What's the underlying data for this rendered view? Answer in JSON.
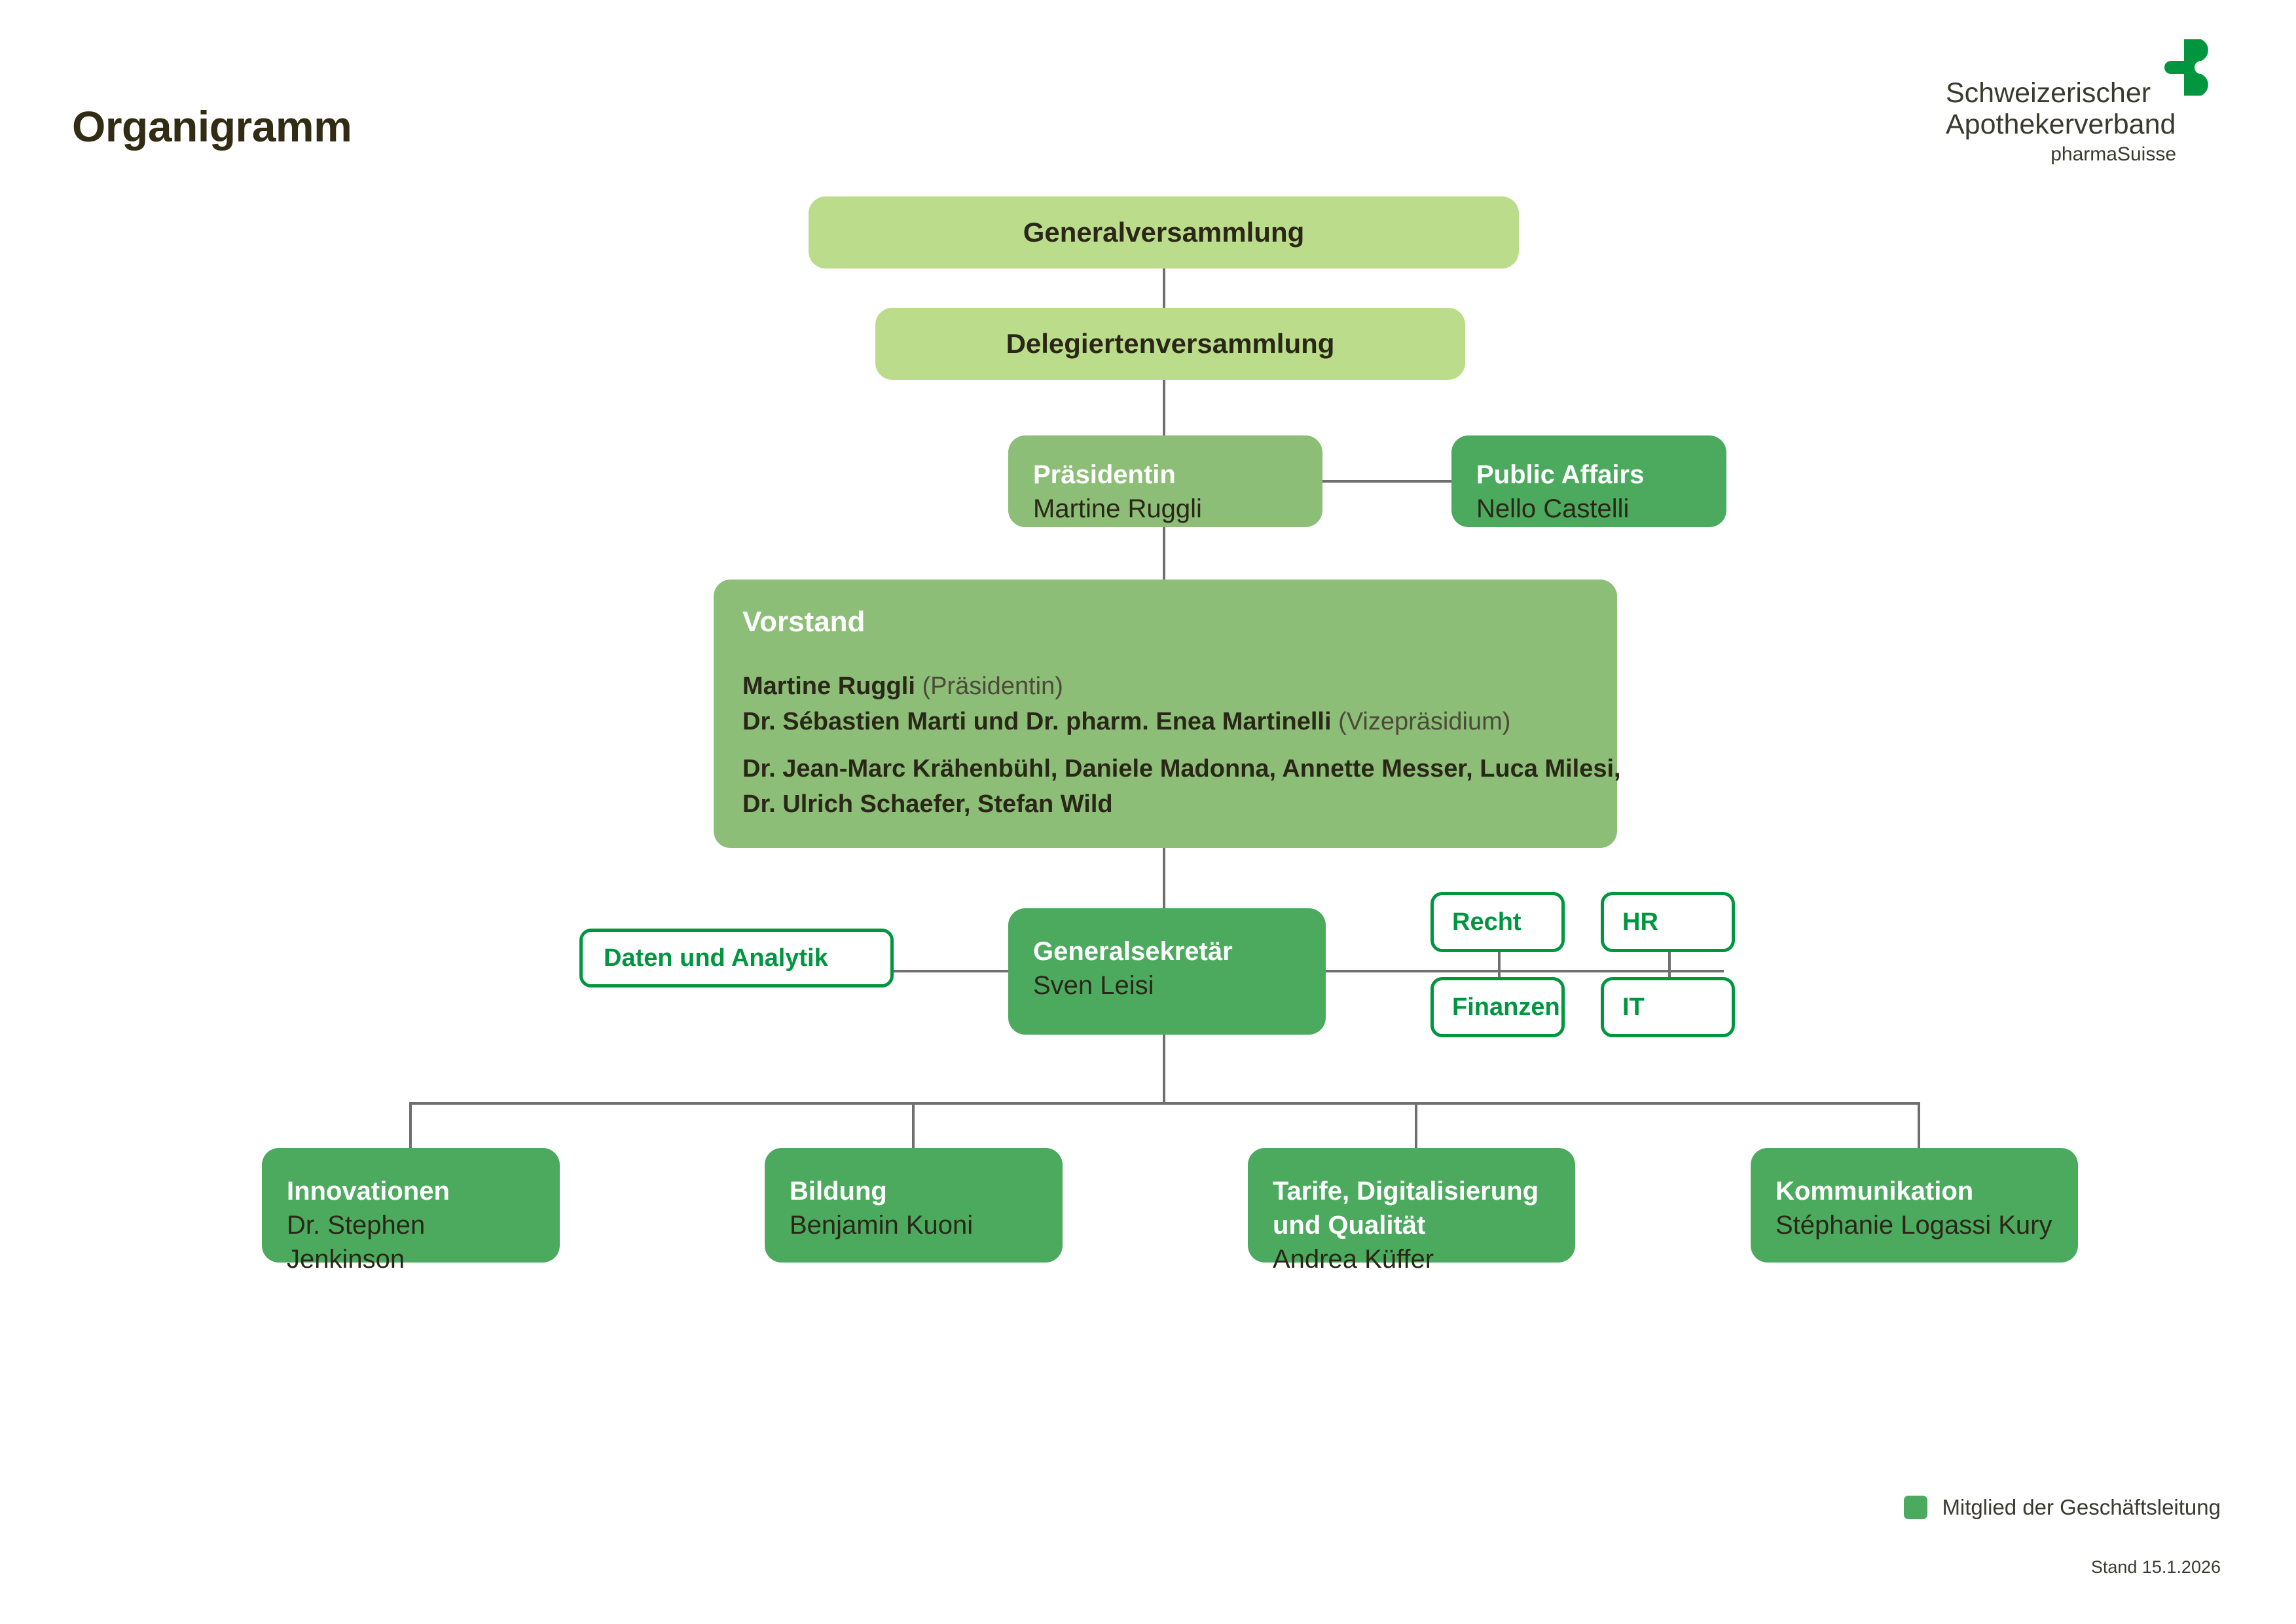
{
  "page": {
    "title": "Organigramm",
    "background": "#ffffff"
  },
  "logo": {
    "line1": "Schweizerischer",
    "line2": "Apothekerverband",
    "line3": "pharmaSuisse",
    "mark_name": "pharmasuisse-cross-logo",
    "mark_color": "#009640"
  },
  "colors": {
    "light_green": "#bbdc8a",
    "mid_green": "#8cbe78",
    "dark_green": "#4caa5f",
    "outline_green": "#009640",
    "connector_gray": "#6f6f6f",
    "text_dark": "#2b2718"
  },
  "nodes": {
    "generalversammlung": {
      "title": "Generalversammlung"
    },
    "delegiertenversammlung": {
      "title": "Delegiertenversammlung"
    },
    "praesidentin": {
      "title": "Präsidentin",
      "person": "Martine Ruggli"
    },
    "public_affairs": {
      "title": "Public Affairs",
      "person": "Nello Castelli"
    },
    "vorstand": {
      "title": "Vorstand",
      "line1_name": "Martine Ruggli",
      "line1_role": " (Präsidentin)",
      "line2_name": "Dr. Sébastien Marti und Dr. pharm. Enea Martinelli",
      "line2_role": " (Vizepräsidium)",
      "line3": "Dr. Jean-Marc Krähenbühl, Daniele Madonna, Annette Messer, Luca Milesi,",
      "line4": "Dr. Ulrich Schaefer, Stefan Wild"
    },
    "generalsekretaer": {
      "title": "Generalsekretär",
      "person": "Sven Leisi"
    },
    "daten_und_analytik": {
      "title": "Daten und Analytik"
    },
    "recht": {
      "title": "Recht"
    },
    "hr": {
      "title": "HR"
    },
    "finanzen": {
      "title": "Finanzen"
    },
    "it": {
      "title": "IT"
    },
    "innovationen": {
      "title": "Innovationen",
      "person": "Dr. Stephen Jenkinson"
    },
    "bildung": {
      "title": "Bildung",
      "person": "Benjamin Kuoni"
    },
    "tarife": {
      "title_line1": "Tarife, Digitalisierung",
      "title_line2": "und Qualität",
      "person": "Andrea Küffer"
    },
    "kommunikation": {
      "title": "Kommunikation",
      "person": "Stéphanie Logassi Kury"
    }
  },
  "legend": {
    "label": "Mitglied der Geschäftsleitung",
    "swatch_color": "#4caa5f"
  },
  "footer": {
    "stand": "Stand 15.1.2026"
  }
}
